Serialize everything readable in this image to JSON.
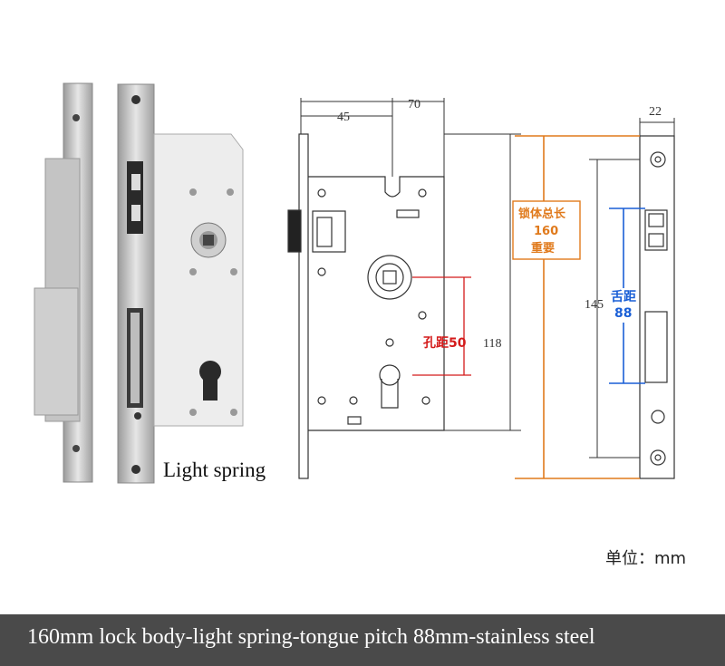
{
  "photo": {
    "caption": "Light spring"
  },
  "drawing": {
    "dim_45": "45",
    "dim_70": "70",
    "dim_118": "118",
    "hole_pitch_label": "孔距50"
  },
  "faceplate": {
    "dim_22": "22",
    "dim_145": "145",
    "total_length_line1": "锁体总长",
    "total_length_line2": "160",
    "total_length_line3": "重要",
    "tongue_pitch_line1": "舌距",
    "tongue_pitch_line2": "88"
  },
  "unit_label": "单位：mm",
  "banner": {
    "text": "160mm lock body-light spring-tongue pitch 88mm-stainless steel"
  },
  "colors": {
    "red": "#d41b1b",
    "orange": "#e07a1c",
    "blue": "#1a5fd6",
    "banner_bg": "#4a4a4a"
  }
}
